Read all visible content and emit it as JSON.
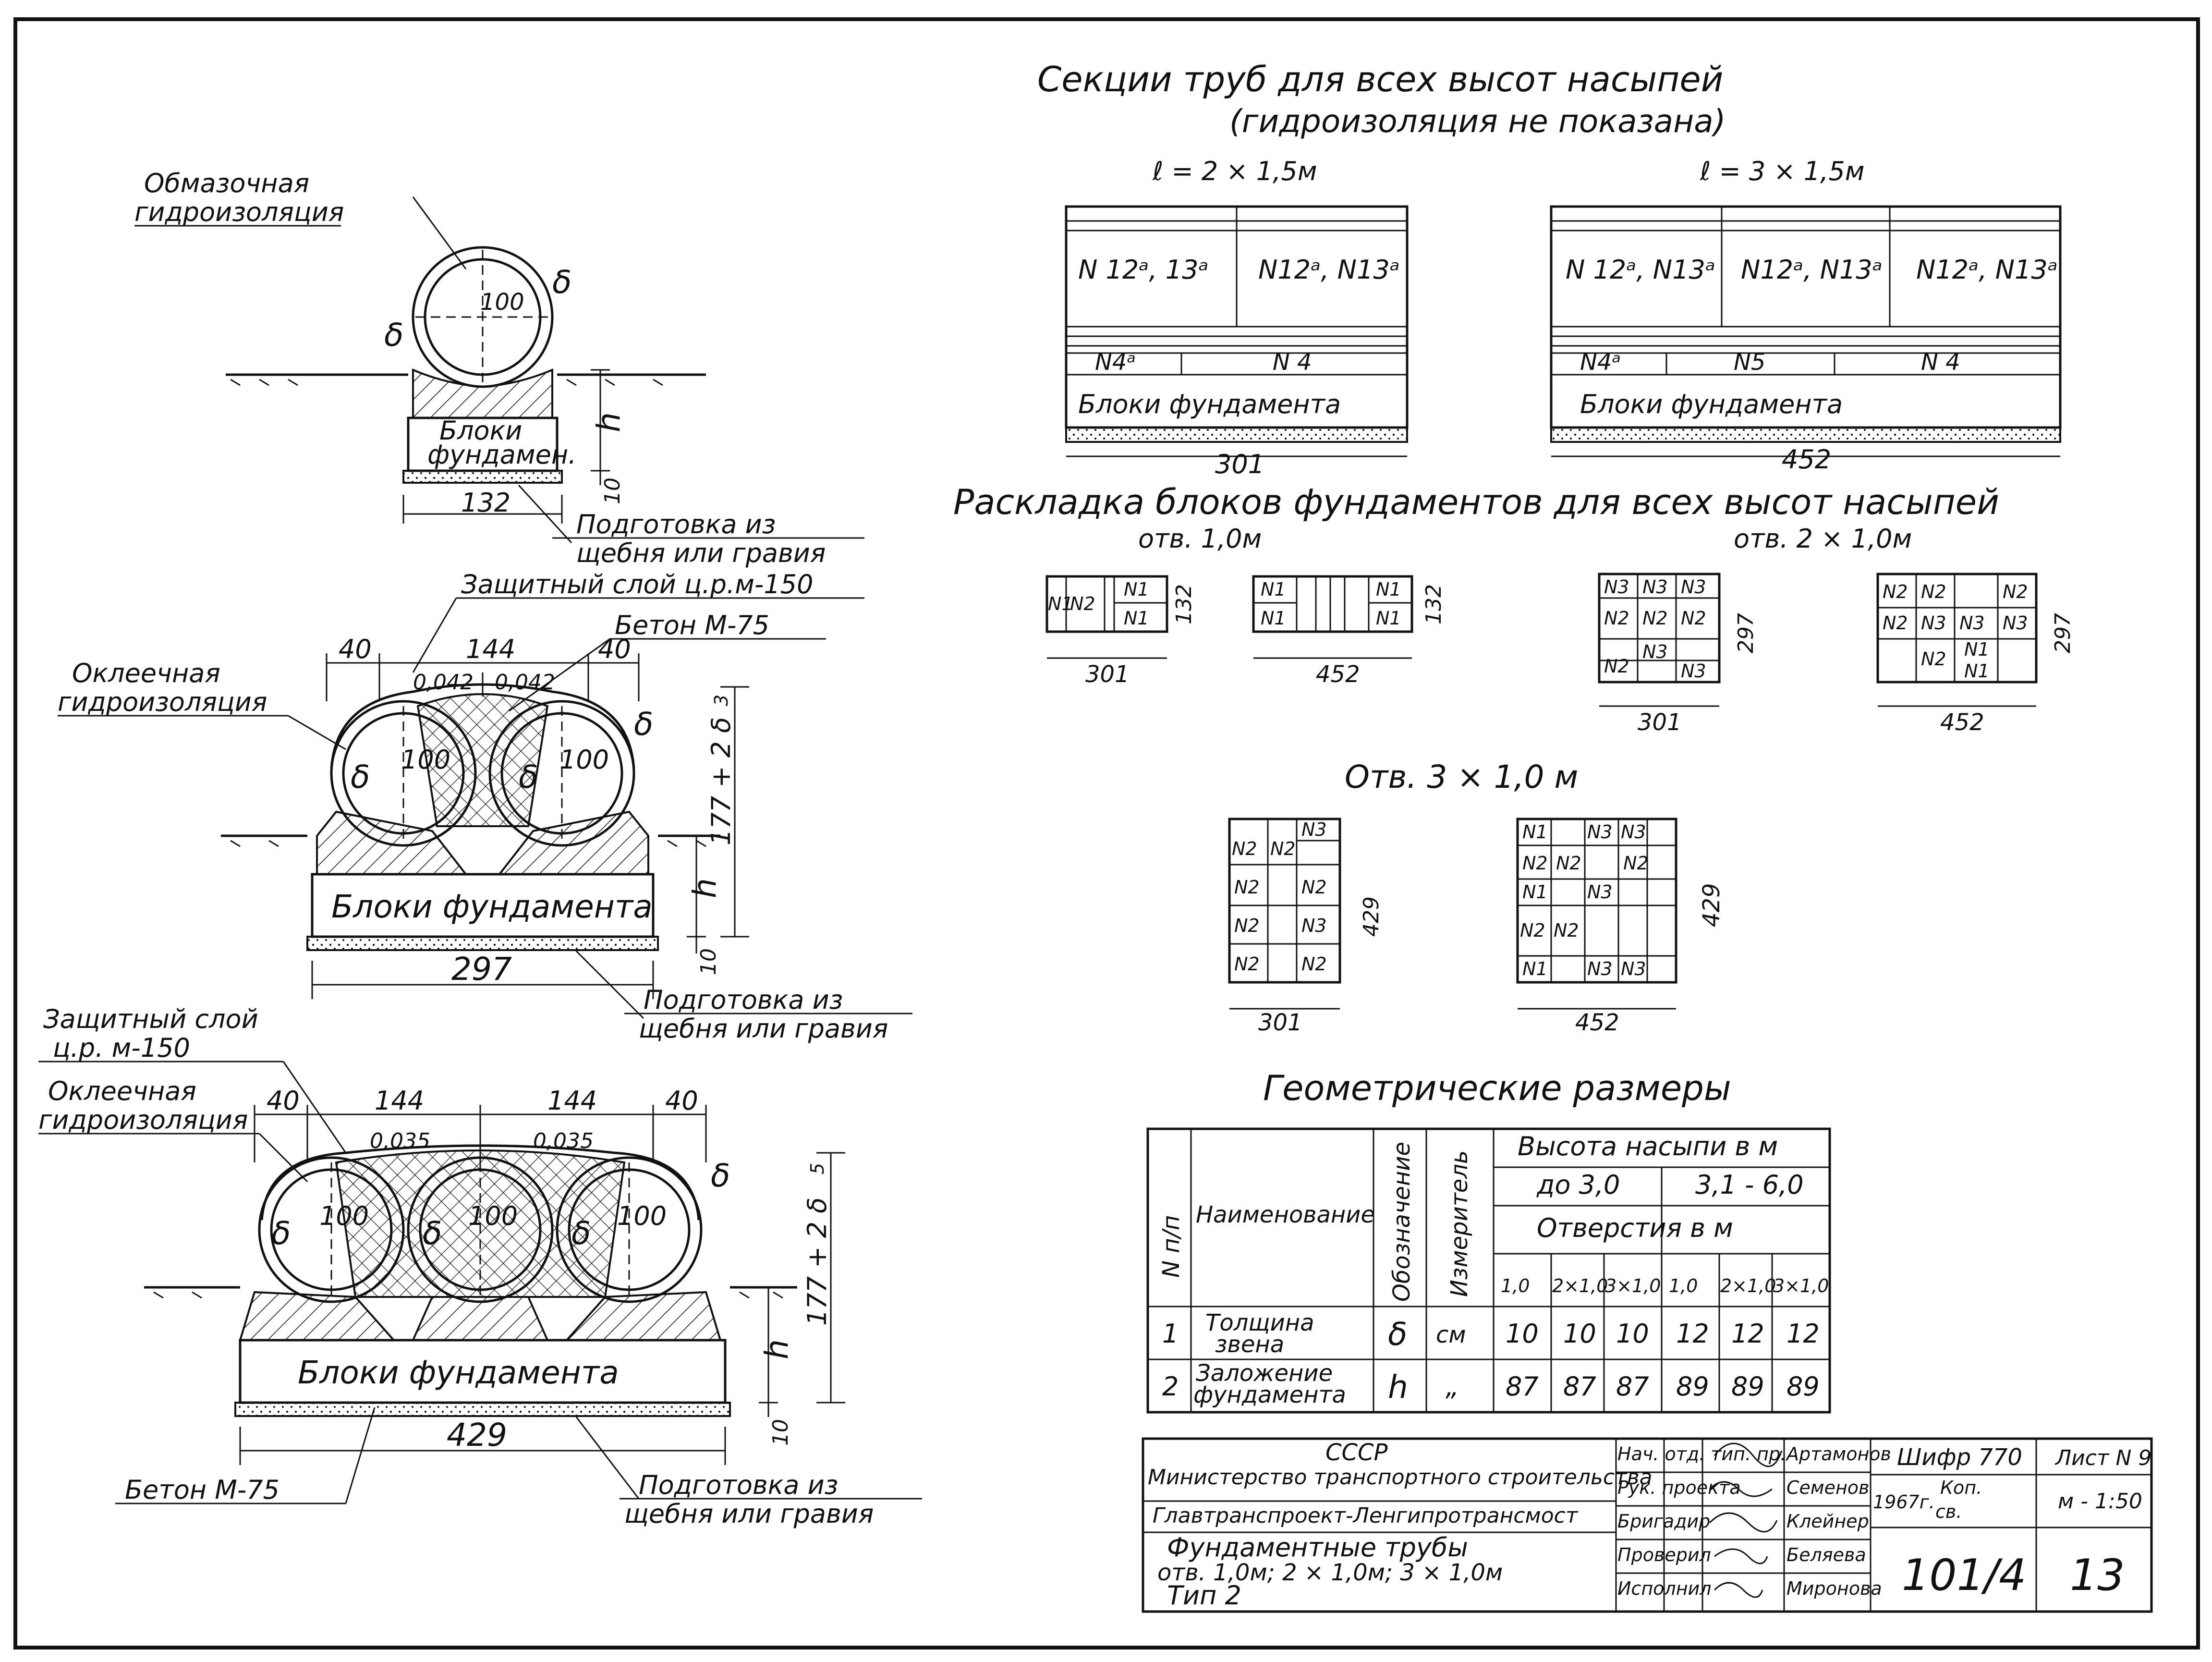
{
  "sections": {
    "title": "Секции труб для всех высот насыпей",
    "subtitle": "(гидроизоляция не показана)",
    "left": {
      "label": "ℓ = 2 × 1,5м",
      "cells": [
        "N 12ᵃ, 13ᵃ",
        "N12ᵃ, N13ᵃ"
      ],
      "base_cells": [
        "N4ᵃ",
        "N 4"
      ],
      "foundation": "Блоки фундамента",
      "width": "301"
    },
    "right": {
      "label": "ℓ = 3 × 1,5м",
      "cells": [
        "N 12ᵃ, N13ᵃ",
        "N12ᵃ, N13ᵃ",
        "N12ᵃ, N13ᵃ"
      ],
      "base_cells": [
        "N4ᵃ",
        "N5",
        "N 4"
      ],
      "foundation": "Блоки фундамента",
      "width": "452"
    }
  },
  "layout": {
    "title": "Раскладка блоков фундаментов для всех высот насыпей",
    "sub1": "отв. 1,0м",
    "sub2": "отв. 2 × 1,0м",
    "sub3": "Отв. 3 × 1,0 м",
    "dims": {
      "d301": "301",
      "d452": "452",
      "d132": "132",
      "d297": "297",
      "d429": "429"
    },
    "labels": {
      "n1": "N1",
      "n2": "N2",
      "n3": "N3"
    }
  },
  "fig1": {
    "callout": [
      "Обмазочная",
      "гидроизоляция"
    ],
    "d": "100",
    "delta": "δ",
    "foundation": [
      "Блоки",
      "фундамен."
    ],
    "width": "132",
    "h": "h",
    "ten": "10",
    "base": [
      "Подготовка из",
      "щебня или гравия"
    ]
  },
  "fig2": {
    "protect": "Защитный слой ц.р.м-150",
    "concrete": "Бетон М-75",
    "glued": [
      "Оклеечная",
      "гидроизоляция"
    ],
    "dims": [
      "40",
      "144",
      "40"
    ],
    "slope": "0,042",
    "d": "100",
    "delta": "δ",
    "height": "177 + 2 δ",
    "three": "3",
    "h": "h",
    "ten": "10",
    "foundation": "Блоки фундамента",
    "width": "297",
    "base": [
      "Подготовка из",
      "щебня или гравия"
    ]
  },
  "fig3": {
    "protect": [
      "Защитный слой",
      "ц.р. м-150"
    ],
    "glued": [
      "Оклеечная",
      "гидроизоляция"
    ],
    "dims": [
      "40",
      "144",
      "144",
      "40"
    ],
    "slope": "0,035",
    "d": "100",
    "delta": "δ",
    "height": "177 + 2 δ",
    "five": "5",
    "h": "h",
    "ten": "10",
    "foundation": "Блоки фундамента",
    "width": "429",
    "concrete": "Бетон М-75",
    "base": [
      "Подготовка из",
      "щебня или гравия"
    ]
  },
  "geometry": {
    "title": "Геометрические размеры",
    "headers": {
      "num": "N п/п",
      "name": "Наименование",
      "symbol": "Обозначение",
      "unit": "Измеритель",
      "height": "Высота насыпи в м",
      "h1": "до 3,0",
      "h2": "3,1 - 6,0",
      "openings": "Отверстия в м",
      "cols": [
        "1,0",
        "2×1,0",
        "3×1,0",
        "1,0",
        "2×1,0",
        "3×1,0"
      ]
    },
    "rows": [
      {
        "n": "1",
        "name": [
          "Толщина",
          "звена"
        ],
        "symbol": "δ",
        "unit": "см",
        "values": [
          "10",
          "10",
          "10",
          "12",
          "12",
          "12"
        ]
      },
      {
        "n": "2",
        "name": [
          "Заложение",
          "фундамента"
        ],
        "symbol": "h",
        "unit": "„",
        "values": [
          "87",
          "87",
          "87",
          "89",
          "89",
          "89"
        ]
      }
    ]
  },
  "stamp": {
    "org1": "СССР",
    "org2": "Министерство транспортного строительства",
    "org3": "Главтранспроект-Ленгипротрансмост",
    "title": [
      "Фундаментные трубы",
      "отв. 1,0м;  2 × 1,0м;  3 × 1,0м",
      "Тип 2"
    ],
    "roles": [
      "Нач. отд. тип. пр.",
      "Рук. проекта",
      "Бригадир",
      "Проверил",
      "Исполнил"
    ],
    "names": [
      "Артамонов",
      "Семенов",
      "Клейнер",
      "Беляева",
      "Миронова"
    ],
    "code": "Шифр 770",
    "year": "1967г.",
    "copy": [
      "Коп. ",
      "св. "
    ],
    "number": "101/4",
    "sheet_label": "Лист N 9",
    "scale": "м - 1:50",
    "sheet": "13"
  }
}
